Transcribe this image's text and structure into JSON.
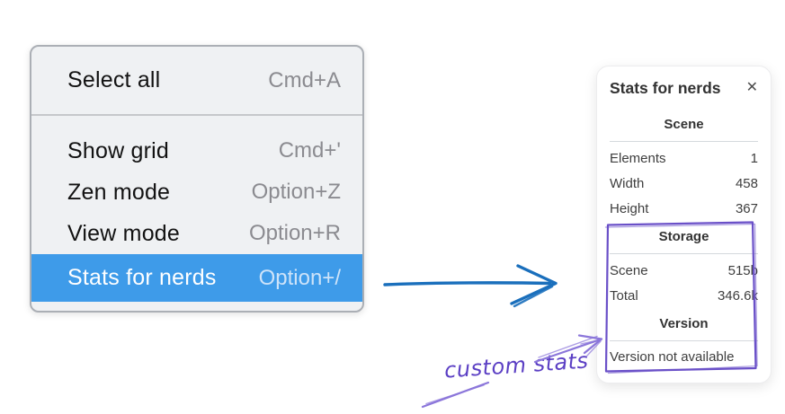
{
  "menu": {
    "items": [
      {
        "label": "Select all",
        "shortcut": "Cmd+A",
        "selected": false
      },
      {
        "label": "Show grid",
        "shortcut": "Cmd+'",
        "selected": false
      },
      {
        "label": "Zen mode",
        "shortcut": "Option+Z",
        "selected": false
      },
      {
        "label": "View mode",
        "shortcut": "Option+R",
        "selected": false
      },
      {
        "label": "Stats for nerds",
        "shortcut": "Option+/",
        "selected": true
      }
    ],
    "highlight_color": "#3e9be9"
  },
  "stats_panel": {
    "title": "Stats for nerds",
    "icons": {
      "close": "✕"
    },
    "sections": {
      "scene": {
        "heading": "Scene",
        "rows": [
          {
            "label": "Elements",
            "value": "1"
          },
          {
            "label": "Width",
            "value": "458"
          },
          {
            "label": "Height",
            "value": "367"
          }
        ]
      },
      "storage": {
        "heading": "Storage",
        "rows": [
          {
            "label": "Scene",
            "value": "515b"
          },
          {
            "label": "Total",
            "value": "346.6k"
          }
        ]
      },
      "version": {
        "heading": "Version",
        "note": "Version not available"
      }
    }
  },
  "pointer_arrow": {
    "color": "#1a6fbc"
  },
  "annotation": {
    "label": "custom stats",
    "text_color": "#5b3fc4",
    "box_color": "#6a50c8",
    "arrow_color": "#8b76da"
  }
}
